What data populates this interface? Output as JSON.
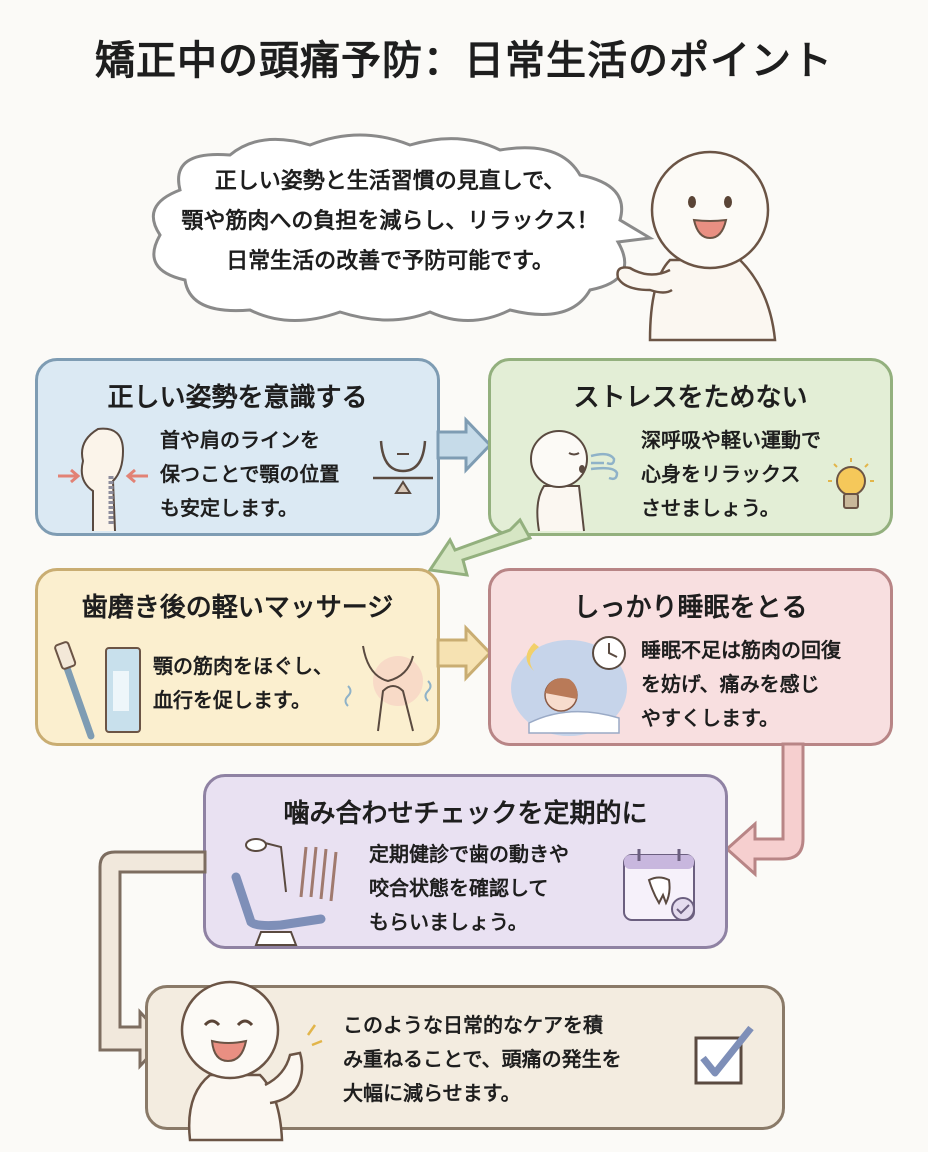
{
  "title": "矯正中の頭痛予防：日常生活のポイント",
  "speech_bubble": {
    "text": "正しい姿勢と生活習慣の見直しで、\n顎や筋肉への負担を減らし、リラックス！\n日常生活の改善で予防可能です。"
  },
  "cards": [
    {
      "title": "正しい姿勢を意識する",
      "body": "首や肩のラインを\n保つことで顎の位置\nも安定します。",
      "color": "#dbe9f3",
      "border": "#7e9cb3"
    },
    {
      "title": "ストレスをためない",
      "body": "深呼吸や軽い運動で\n心身をリラックス\nさせましょう。",
      "color": "#e3eed6",
      "border": "#93b07e"
    },
    {
      "title": "歯磨き後の軽いマッサージ",
      "body": "顎の筋肉をほぐし、\n血行を促します。",
      "color": "#fbefcf",
      "border": "#c9ad72"
    },
    {
      "title": "しっかり睡眠をとる",
      "body": "睡眠不足は筋肉の回復\nを妨げ、痛みを感じ\nやすくします。",
      "color": "#f8dfe0",
      "border": "#b88586"
    },
    {
      "title": "噛み合わせチェックを定期的に",
      "body": "定期健診で歯の動きや\n咬合状態を確認して\nもらいましょう。",
      "color": "#e9e1f2",
      "border": "#8f82a3"
    },
    {
      "title": "",
      "body": "このような日常的なケアを積\n み重ねることで、頭痛の発生を\n大幅に減らせます。",
      "color": "#f3ece0",
      "border": "#8a7a68"
    }
  ],
  "icons": [
    "character-pointing",
    "posture-spine",
    "jaw-balance",
    "breathing-person",
    "wind",
    "lightbulb",
    "toothbrush",
    "toothpaste",
    "jaw-massage",
    "sleeping-girl",
    "clock",
    "moon",
    "dental-chair",
    "calendar-tooth-check",
    "character-thumbs-up",
    "checkbox-check"
  ]
}
